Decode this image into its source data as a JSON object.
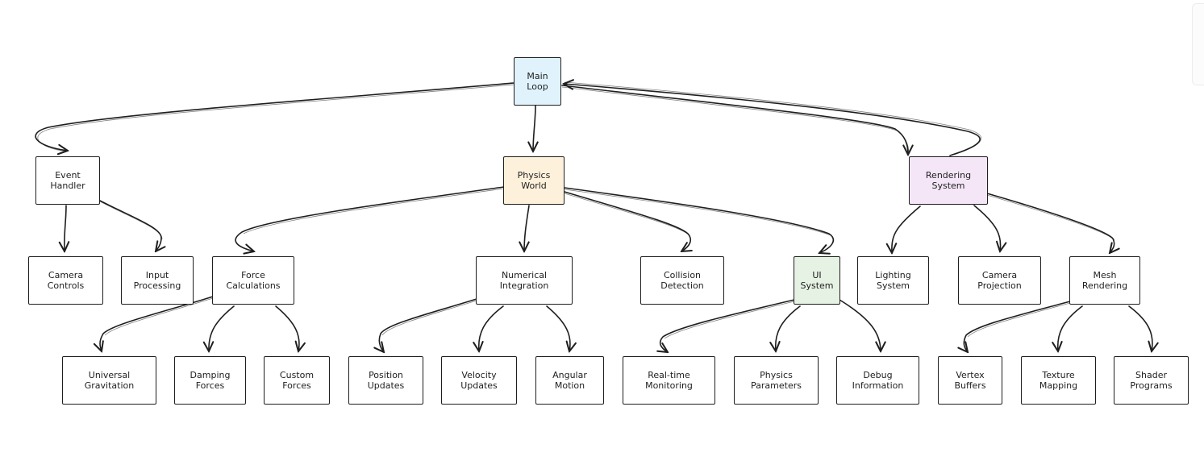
{
  "nodes": {
    "main_loop": "Main Loop",
    "event_handler": "Event Handler",
    "physics_world": "Physics World",
    "rendering_system": "Rendering System",
    "camera_controls": "Camera Controls",
    "input_processing": "Input\nProcessing",
    "force_calculations": "Force Calculations",
    "numerical_integration": "Numerical Integration",
    "collision_detection": "Collision Detection",
    "ui_system": "UI\nSystem",
    "lighting_system": "Lighting System",
    "camera_projection": "Camera Projection",
    "mesh_rendering": "Mesh Rendering",
    "universal_gravitation": "Universal Gravitation",
    "damping_forces": "Damping Forces",
    "custom_forces": "Custom Forces",
    "position_updates": "Position\nUpdates",
    "velocity_updates": "Velocity Updates",
    "angular_motion": "Angular Motion",
    "realtime_monitoring": "Real-time Monitoring",
    "physics_parameters": "Physics Parameters",
    "debug_information": "Debug Information",
    "vertex_buffers": "Vertex\nBuffers",
    "texture_mapping": "Texture Mapping",
    "shader_programs": "Shader Programs"
  },
  "colors": {
    "main_loop": "#e0f3fd",
    "physics_world": "#fdf1dc",
    "rendering_system": "#f4e6f7",
    "ui_system": "#e6f2e3",
    "stroke": "#1e1e1e"
  }
}
